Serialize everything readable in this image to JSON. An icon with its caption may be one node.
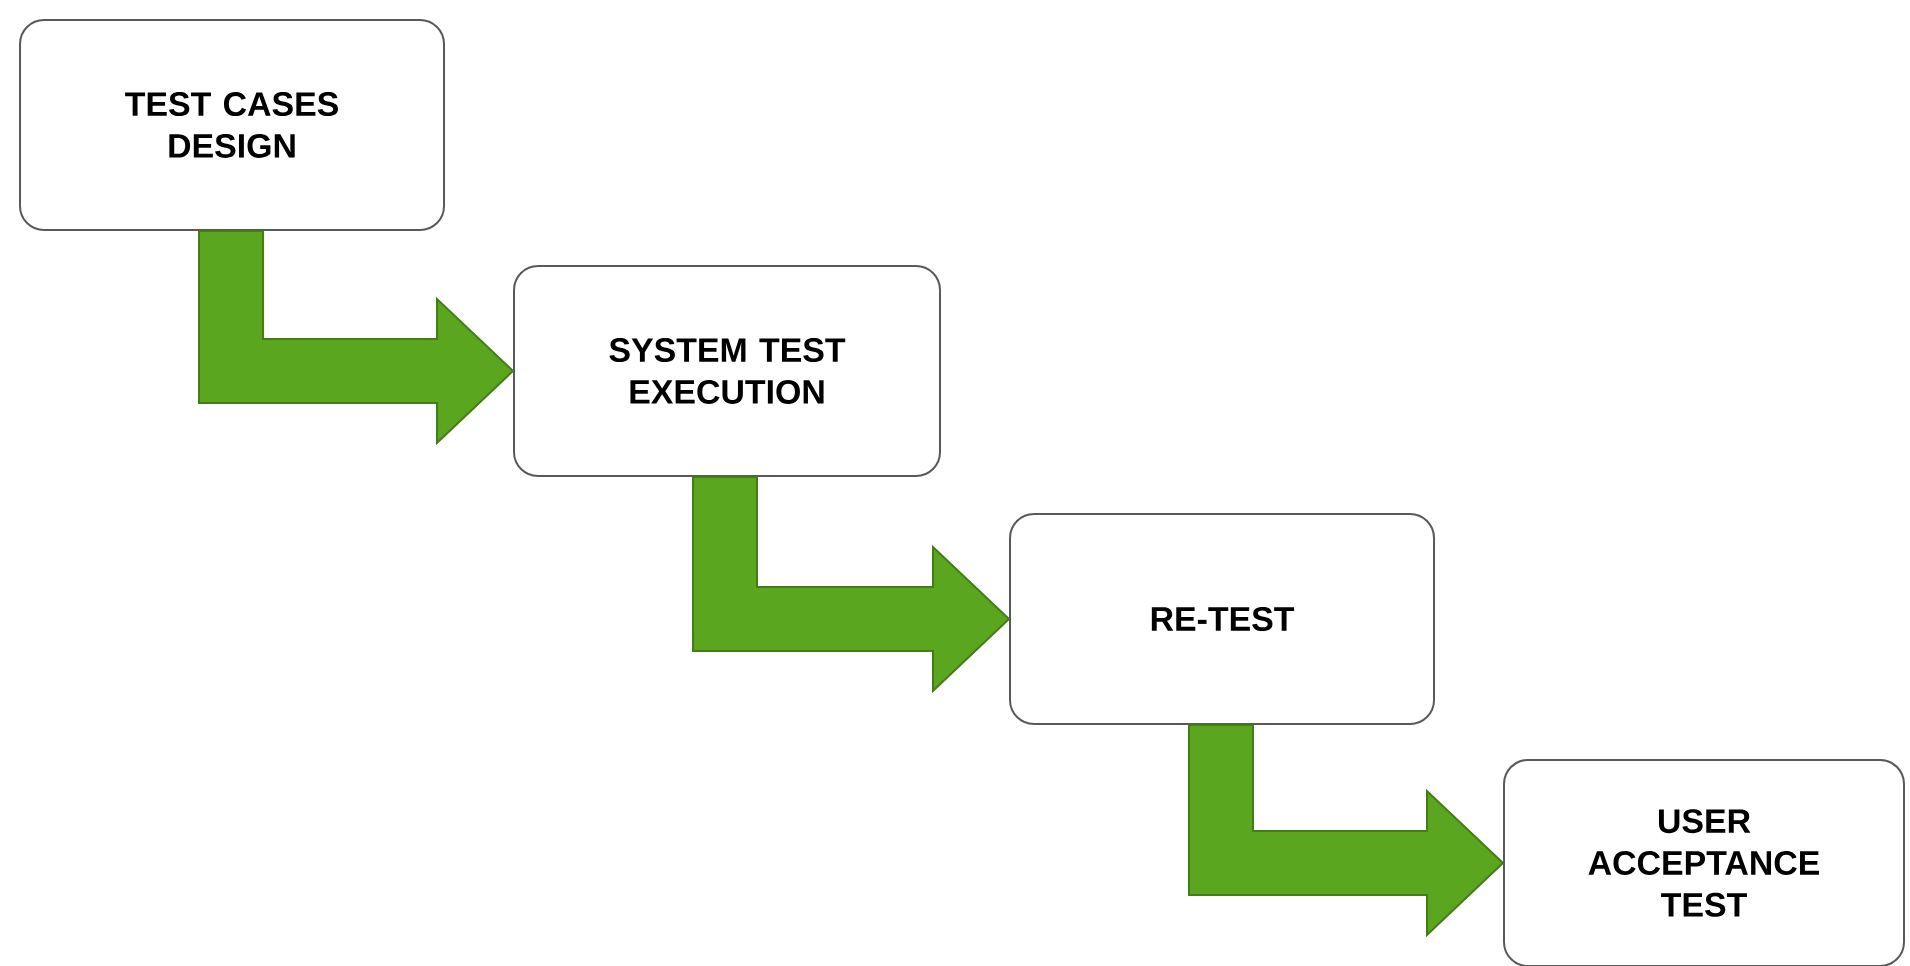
{
  "diagram": {
    "nodes": [
      {
        "text": [
          "TEST CASES DESIGN"
        ]
      },
      {
        "text": [
          "SYSTEM TEST EXECUTION"
        ]
      },
      {
        "text": [
          "RE-TEST"
        ]
      },
      {
        "text": [
          "USER ACCEPTANCE TEST"
        ]
      }
    ],
    "edges": [
      {
        "from": 0,
        "to": 1,
        "arrow": "to",
        "style": "thick"
      },
      {
        "from": 1,
        "to": 2,
        "arrow": "to",
        "style": "thick"
      },
      {
        "from": 2,
        "to": 3,
        "arrow": "to",
        "style": "thick"
      }
    ]
  }
}
